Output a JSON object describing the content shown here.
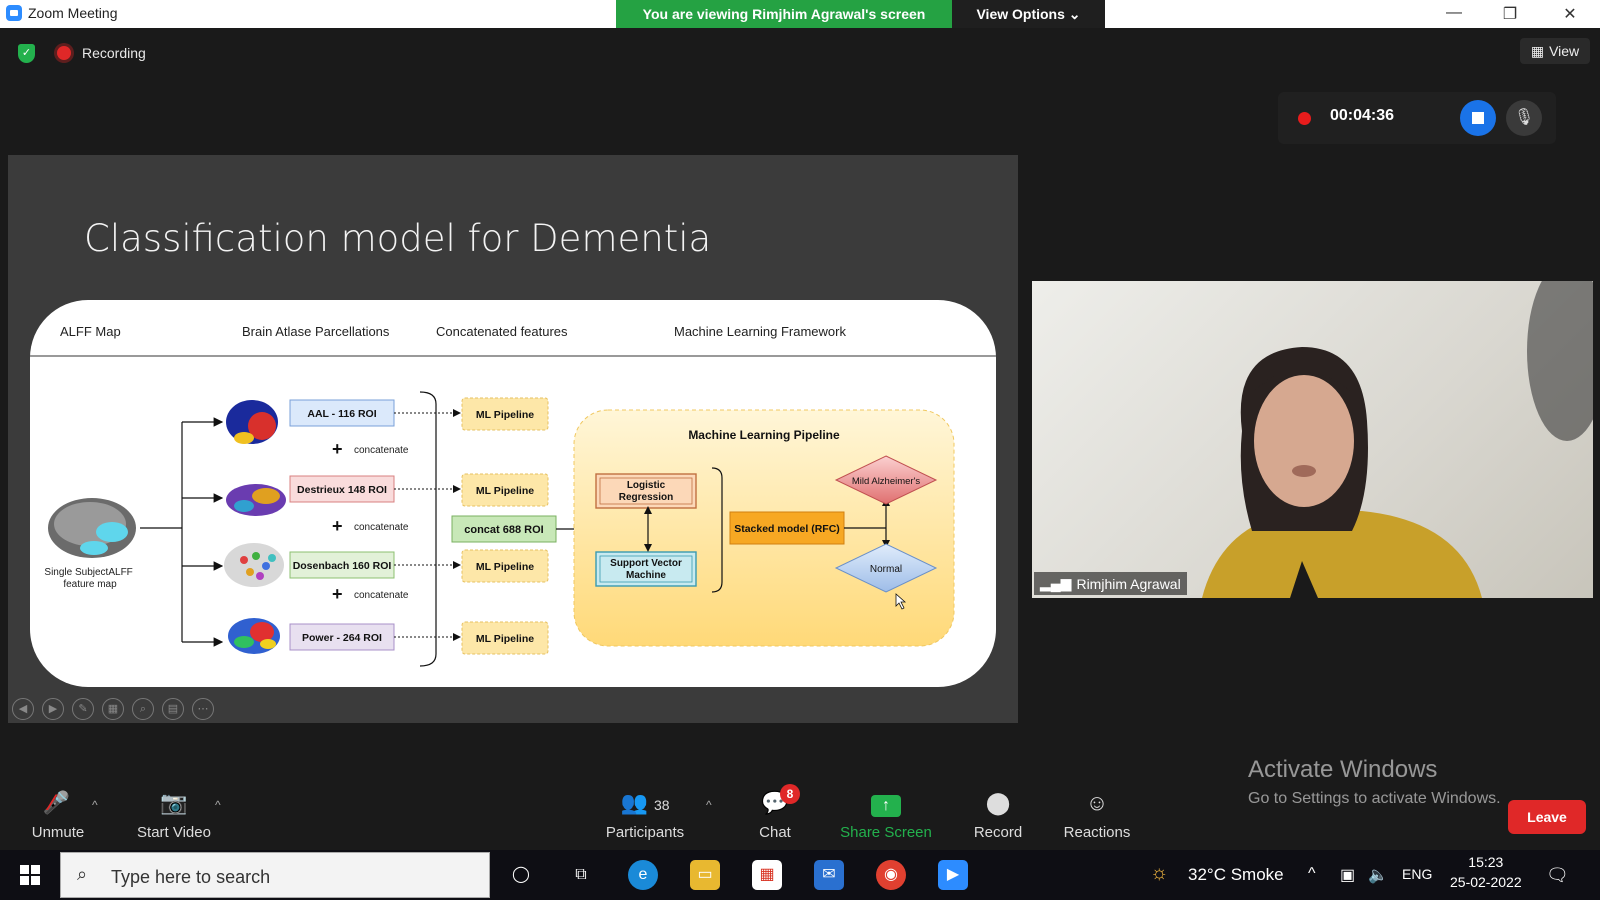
{
  "window": {
    "title": "Zoom Meeting",
    "banner": "You are viewing Rimjhim Agrawal's screen",
    "view_options": "View Options ⌄"
  },
  "topbar": {
    "recording_label": "Recording",
    "view_label": "View"
  },
  "recording": {
    "elapsed": "00:04:36"
  },
  "slide": {
    "title": "Classification model for Dementia",
    "headers": [
      "ALFF Map",
      "Brain Atlase Parcellations",
      "Concatenated features",
      "Machine Learning Framework"
    ],
    "input_label": "Single SubjectALFF feature map",
    "atlases": [
      "AAL - 116 ROI",
      "Destrieux 148 ROI",
      "Dosenbach 160 ROI",
      "Power - 264 ROI"
    ],
    "concatenate": "concatenate",
    "concat_box": "concat 688 ROI",
    "ml_pipeline": "ML Pipeline",
    "pipeline_title": "Machine Learning Pipeline",
    "logistic": "Logistic Regression",
    "svm": "Support Vector Machine",
    "stacked": "Stacked model (RFC)",
    "mild": "Mild Alzheimer's",
    "normal": "Normal"
  },
  "video": {
    "participant_name": "Rimjhim Agrawal"
  },
  "toolbar": {
    "unmute": "Unmute",
    "start_video": "Start Video",
    "participants_count": "38",
    "participants": "Participants",
    "chat_badge": "8",
    "chat": "Chat",
    "share_screen": "Share Screen",
    "record": "Record",
    "reactions": "Reactions",
    "leave": "Leave"
  },
  "watermark": {
    "line1": "Activate Windows",
    "line2": "Go to Settings to activate Windows."
  },
  "taskbar": {
    "search_placeholder": "Type here to search",
    "weather": "32°C  Smoke",
    "language": "ENG",
    "time": "15:23",
    "date": "25-02-2022"
  },
  "colors": {
    "share_green": "#23b14d",
    "leave_red": "#e02828",
    "banner_green": "#25a243",
    "stop_blue": "#1a73e8"
  }
}
